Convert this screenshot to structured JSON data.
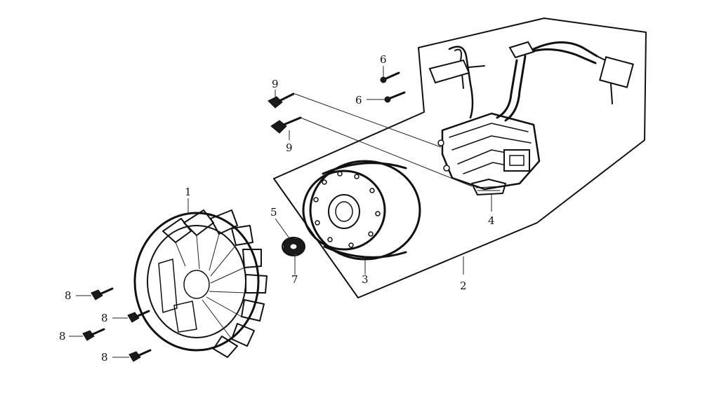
{
  "diagram": {
    "labels": {
      "fan": "1",
      "stator_assembly": "2",
      "flywheel": "3",
      "pickup_coil": "4",
      "washer": "5",
      "screw_top": "6",
      "screw_mid": "6",
      "nut": "7",
      "bolt_a": "8",
      "bolt_b": "8",
      "bolt_c": "8",
      "bolt_d": "8",
      "screw_9_top": "9",
      "screw_9_bottom": "9"
    }
  },
  "colors": {
    "ink": "#111111",
    "paper": "#ffffff"
  }
}
